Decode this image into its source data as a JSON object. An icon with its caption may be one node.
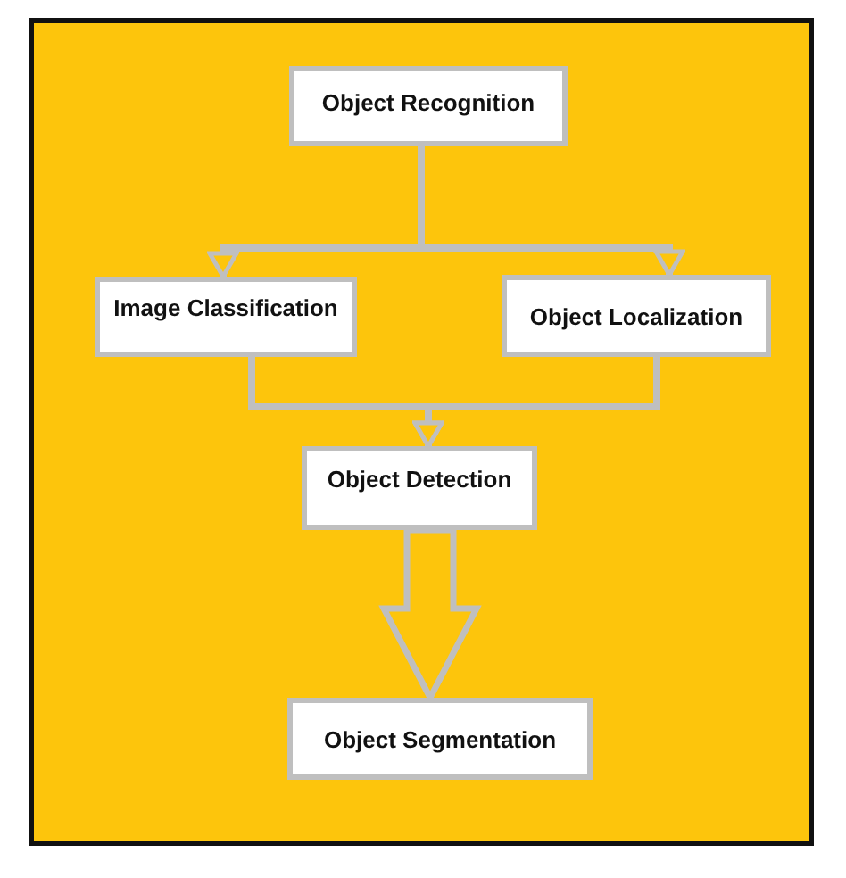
{
  "diagram": {
    "nodes": [
      {
        "text": [
          "Object Recognition"
        ]
      },
      {
        "text": [
          "Image Classification"
        ]
      },
      {
        "text": [
          "Object Localization"
        ]
      },
      {
        "text": [
          "Object Detection"
        ]
      },
      {
        "text": [
          "Object Segmentation"
        ]
      }
    ],
    "edges": [
      {
        "from": 0,
        "to": 1,
        "arrow": "to"
      },
      {
        "from": 0,
        "to": 2,
        "arrow": "to"
      },
      {
        "from": 1,
        "to": 3,
        "arrow": "to"
      },
      {
        "from": 2,
        "to": 3,
        "arrow": "to"
      },
      {
        "from": 3,
        "to": 4,
        "arrow": "to",
        "style": "thick"
      }
    ]
  }
}
